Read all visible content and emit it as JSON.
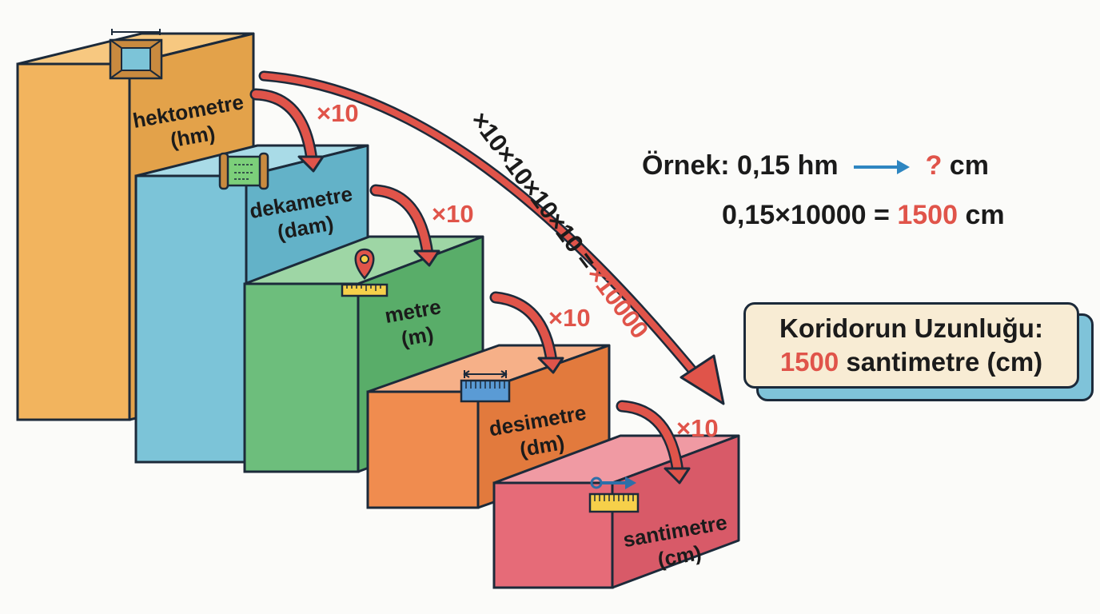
{
  "units": [
    {
      "name": "hektometre",
      "abbr": "(hm)",
      "icon": "stadium-icon",
      "front": "#f2b45e",
      "side": "#e3a24a",
      "top": "#f7c880"
    },
    {
      "name": "dekametre",
      "abbr": "(dam)",
      "icon": "scroll-icon",
      "front": "#7cc4d8",
      "side": "#63b2c8",
      "top": "#a9dbe7"
    },
    {
      "name": "metre",
      "abbr": "(m)",
      "icon": "map-pin-ruler-icon",
      "front": "#6dbe7c",
      "side": "#59ad69",
      "top": "#9ed6a5"
    },
    {
      "name": "desimetre",
      "abbr": "(dm)",
      "icon": "ruler-measure-icon",
      "front": "#f08c4f",
      "side": "#e27a3d",
      "top": "#f6b088"
    },
    {
      "name": "santimetre",
      "abbr": "(cm)",
      "icon": "key-ruler-icon",
      "front": "#e66b78",
      "side": "#d85a68",
      "top": "#f09aa3"
    }
  ],
  "step_factor": "×10",
  "diagonal": {
    "product": "×10×10×10×10 =",
    "result": "×10000"
  },
  "example": {
    "line1_prefix": "Örnek: 0,15 hm",
    "line1_q": "?",
    "line1_unit": "cm",
    "line2_prefix": "0,15×10000 =",
    "line2_result": "1500",
    "line2_unit": "cm"
  },
  "result_box": {
    "title": "Koridorun Uzunluğu:",
    "value": "1500",
    "unit": "santimetre (cm)"
  },
  "colors": {
    "accent_red": "#e0544a",
    "outline": "#1c2a3a",
    "arrow_blue": "#2e86c1"
  }
}
